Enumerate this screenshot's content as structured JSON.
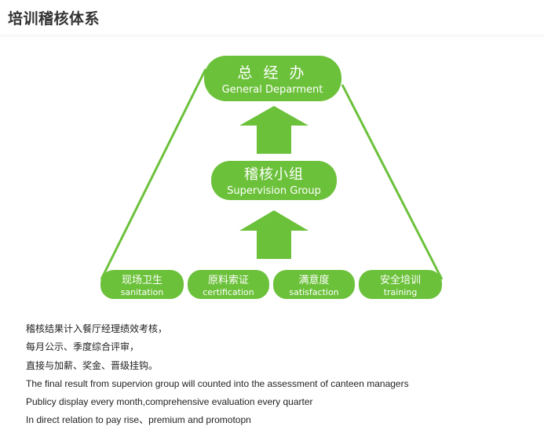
{
  "header": {
    "title": "培训稽核体系"
  },
  "colors": {
    "green": "#6cc13b",
    "green_dark": "#4fa125",
    "text_white": "#ffffff"
  },
  "diagram": {
    "top_box": {
      "zh": "总 经 办",
      "en": "General Deparment"
    },
    "middle_box": {
      "zh": "稽核小组",
      "en": "Supervision Group"
    },
    "bottom_boxes": [
      {
        "zh": "现场卫生",
        "en": "sanitation"
      },
      {
        "zh": "原料索证",
        "en": "certification"
      },
      {
        "zh": "满意度",
        "en": "satisfaction"
      },
      {
        "zh": "安全培训",
        "en": "training"
      }
    ],
    "arrows": [
      "up-arrow",
      "up-arrow"
    ]
  },
  "notes": [
    "稽核结果计入餐厅经理绩效考核，",
    "每月公示、季度综合评审，",
    "直接与加薪、奖金、晋级挂钩。",
    "The final result from supervion group will counted into the assessment of canteen managers",
    "Publicy display every month,comprehensive evaluation every quarter",
    "In direct relation to pay rise、premium and promotopn"
  ]
}
